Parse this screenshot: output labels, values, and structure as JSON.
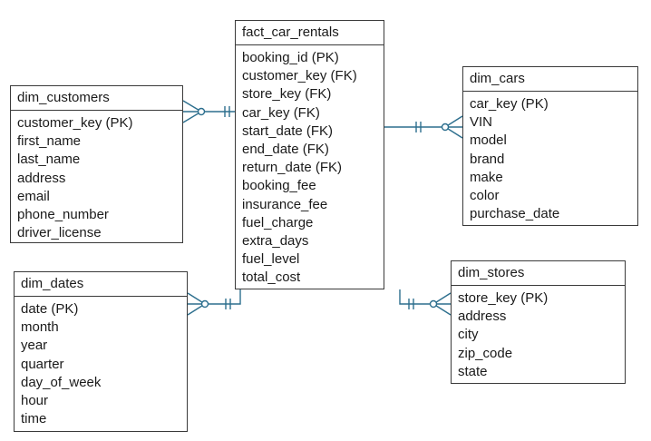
{
  "entities": {
    "fact": {
      "title": "fact_car_rentals",
      "fields": [
        "booking_id (PK)",
        "customer_key (FK)",
        "store_key (FK)",
        "car_key (FK)",
        "start_date (FK)",
        "end_date (FK)",
        "return_date (FK)",
        "booking_fee",
        "insurance_fee",
        "fuel_charge",
        "extra_days",
        "fuel_level",
        "total_cost"
      ]
    },
    "customers": {
      "title": "dim_customers",
      "fields": [
        "customer_key (PK)",
        "first_name",
        "last_name",
        "address",
        "email",
        "phone_number",
        "driver_license"
      ]
    },
    "cars": {
      "title": "dim_cars",
      "fields": [
        "car_key (PK)",
        "VIN",
        "model",
        "brand",
        "make",
        "color",
        "purchase_date"
      ]
    },
    "dates": {
      "title": "dim_dates",
      "fields": [
        "date (PK)",
        "month",
        "year",
        "quarter",
        "day_of_week",
        "hour",
        "time"
      ]
    },
    "stores": {
      "title": "dim_stores",
      "fields": [
        "store_key (PK)",
        "address",
        "city",
        "zip_code",
        "state"
      ]
    }
  },
  "relationships": [
    {
      "from": "customers",
      "to": "fact",
      "from_cardinality": "many",
      "to_cardinality": "one"
    },
    {
      "from": "cars",
      "to": "fact",
      "from_cardinality": "many",
      "to_cardinality": "one"
    },
    {
      "from": "dates",
      "to": "fact",
      "from_cardinality": "many",
      "to_cardinality": "one"
    },
    {
      "from": "stores",
      "to": "fact",
      "from_cardinality": "many",
      "to_cardinality": "one"
    }
  ],
  "colors": {
    "connector": "#2d6f8e",
    "border": "#3a3a3a",
    "text": "#1a1a1a"
  }
}
